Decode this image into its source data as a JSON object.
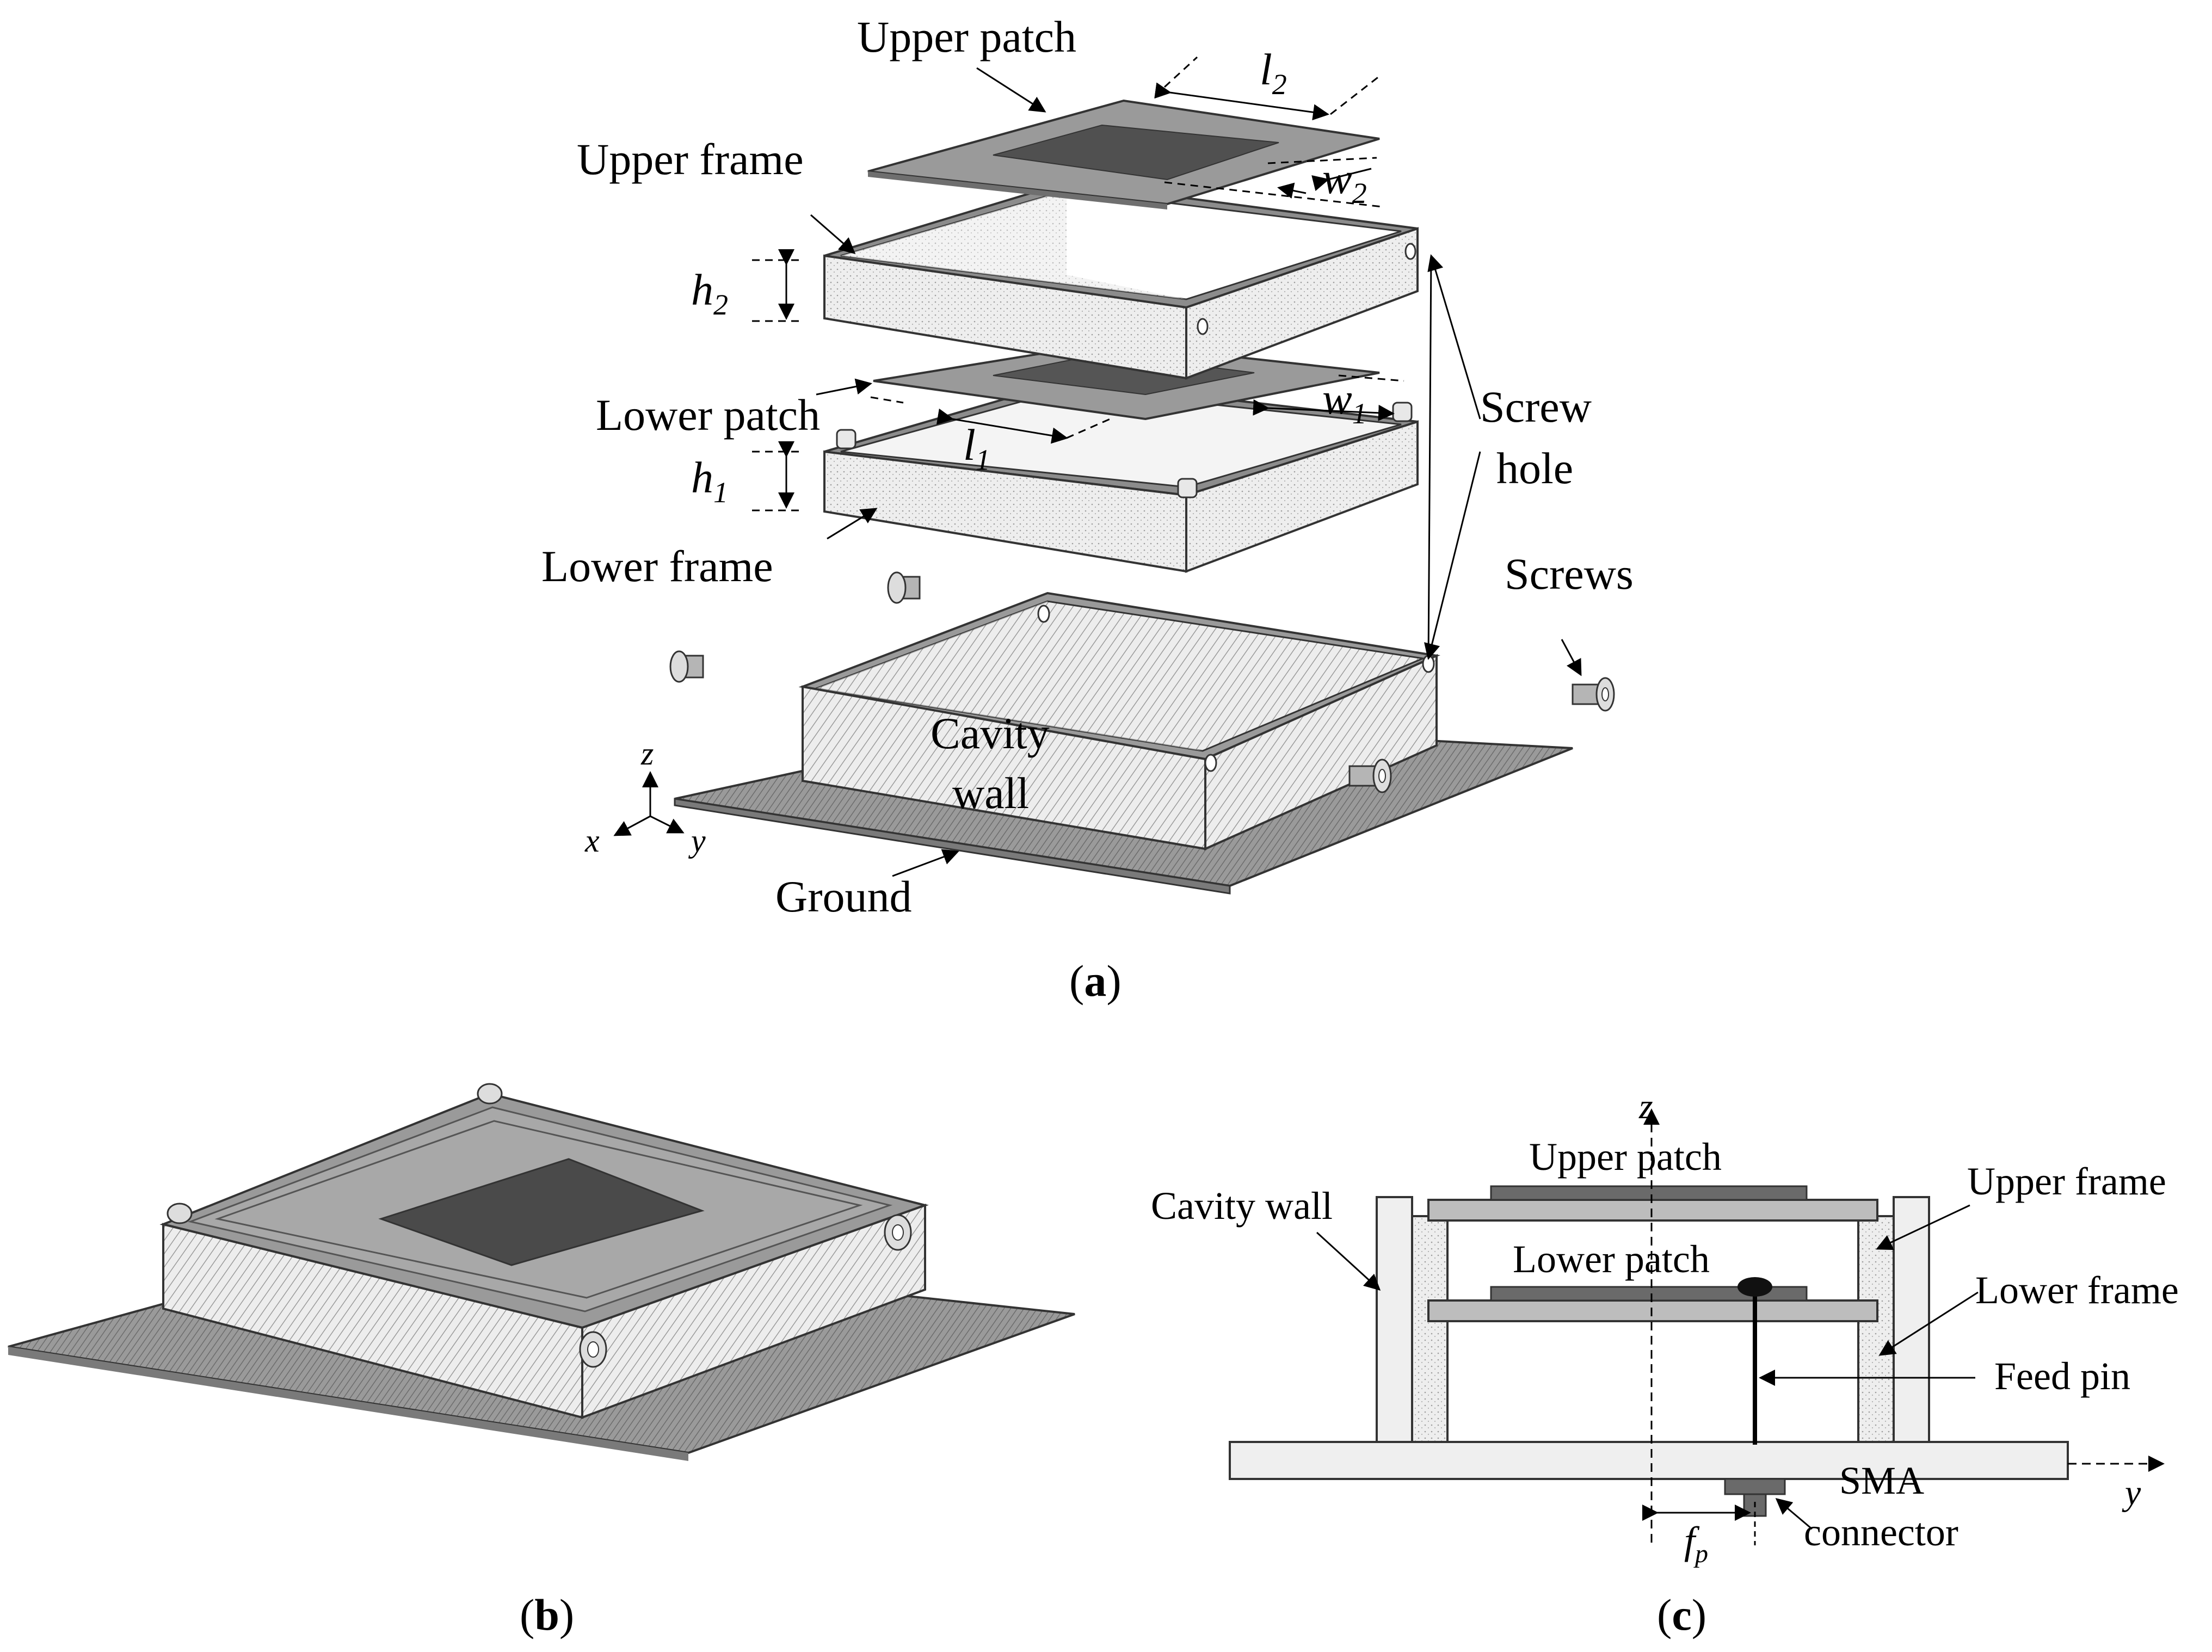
{
  "panel_a": {
    "caption_open": "(",
    "caption_letter": "a",
    "caption_close": ")",
    "upper_patch": "Upper patch",
    "upper_frame": "Upper frame",
    "lower_patch": "Lower patch",
    "lower_frame": "Lower frame",
    "screw_hole_line1": "Screw",
    "screw_hole_line2": "hole",
    "screws": "Screws",
    "cavity_wall_line1": "Cavity",
    "cavity_wall_line2": "wall",
    "ground": "Ground",
    "dim_l2": "l",
    "dim_l2_sub": "2",
    "dim_w2": "w",
    "dim_w2_sub": "2",
    "dim_h2": "h",
    "dim_h2_sub": "2",
    "dim_h1": "h",
    "dim_h1_sub": "1",
    "dim_l1": "l",
    "dim_l1_sub": "1",
    "dim_w1": "w",
    "dim_w1_sub": "1",
    "axis_z": "z",
    "axis_x": "x",
    "axis_y": "y"
  },
  "panel_b": {
    "caption_open": "(",
    "caption_letter": "b",
    "caption_close": ")"
  },
  "panel_c": {
    "caption_open": "(",
    "caption_letter": "c",
    "caption_close": ")",
    "axis_z": "z",
    "axis_y": "y",
    "upper_patch": "Upper patch",
    "lower_patch": "Lower patch",
    "cavity_wall": "Cavity wall",
    "upper_frame": "Upper frame",
    "lower_frame": "Lower frame",
    "feed_pin": "Feed pin",
    "sma_line1": "SMA",
    "sma_line2": "connector",
    "dim_fp": "f",
    "dim_fp_sub": "p"
  },
  "colors": {
    "patch_dark": "#4a4a4a",
    "substrate": "#9a9a9a",
    "frame_light": "#e6e6e6",
    "frame_top": "#8c8c8c",
    "ground": "#8a8a8a"
  }
}
